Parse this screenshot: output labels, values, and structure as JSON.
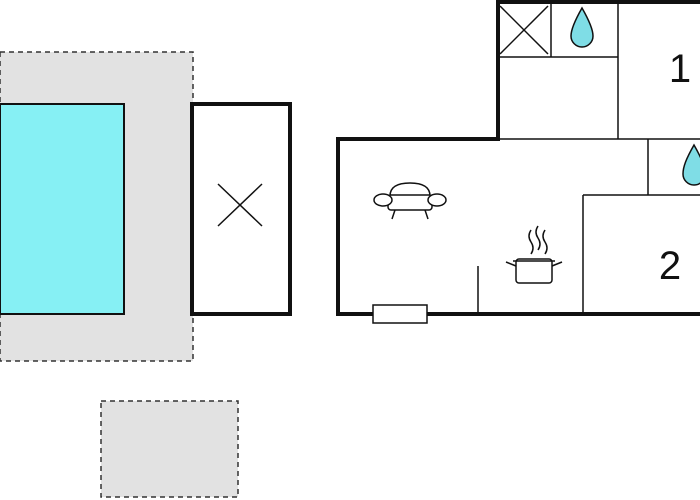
{
  "plan": {
    "colors": {
      "background": "#ffffff",
      "wall": "#111111",
      "pool_water": "#86f0f4",
      "paved_area": "#e2e2e2",
      "dashed_outline": "#333333",
      "water_drop": "#7fdde6"
    },
    "rooms": {
      "bedroom_1": {
        "number": "1"
      },
      "bedroom_2": {
        "number": "2"
      }
    },
    "icons": [
      "swimming-pool",
      "pool-terrace",
      "outdoor-area",
      "storage-cross-icon",
      "shed-cross-icon",
      "water-drop-icon",
      "armchair-icon",
      "cooking-pot-icon",
      "window-icon"
    ]
  }
}
